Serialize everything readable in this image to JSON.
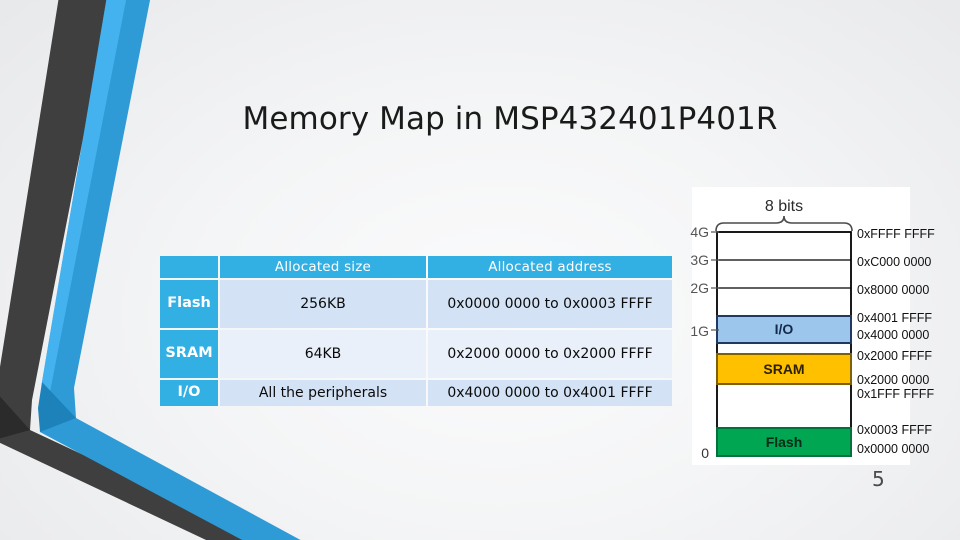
{
  "slide": {
    "title": "Memory Map in MSP432401P401R",
    "page_number": "5",
    "accent_blue": "#32AFE3",
    "accent_dark": "#4A4A4A",
    "background": "#EFF0F1"
  },
  "decoration": {
    "name": "facet-chevron",
    "blue": "#2E9BD6",
    "blue_light": "#3FAEEA",
    "gray_dark": "#3F3F3F",
    "gray_mid": "#585858"
  },
  "table": {
    "columns": [
      "",
      "Allocated size",
      "Allocated address"
    ],
    "rows": [
      {
        "label": "Flash",
        "size": "256KB",
        "address": "0x0000 0000 to 0x0003 FFFF"
      },
      {
        "label": "SRAM",
        "size": "64KB",
        "address": "0x2000 0000 to 0x2000 FFFF"
      },
      {
        "label": "I/O",
        "size": "All the peripherals",
        "address": "0x4000 0000 to 0x4001 FFFF"
      }
    ]
  },
  "figure": {
    "caption": "8 bits",
    "left_axis": [
      "4G",
      "3G",
      "2G",
      "1G",
      "0"
    ],
    "right_addresses": [
      "0xFFFF FFFF",
      "0xC000 0000",
      "0x8000 0000",
      "0x4001 FFFF",
      "0x4000 0000",
      "0x2000 FFFF",
      "0x2000 0000",
      "0x1FFF FFFF",
      "0x0003 FFFF",
      "0x0000 0000"
    ],
    "regions": [
      {
        "name": "I/O",
        "fill": "#9DC6EC",
        "stroke": "#1F3864",
        "label": "I/O"
      },
      {
        "name": "SRAM",
        "fill": "#FFC000",
        "stroke": "#7F6000",
        "label": "SRAM"
      },
      {
        "name": "Flash",
        "fill": "#00A651",
        "stroke": "#00703C",
        "label": "Flash"
      }
    ]
  }
}
